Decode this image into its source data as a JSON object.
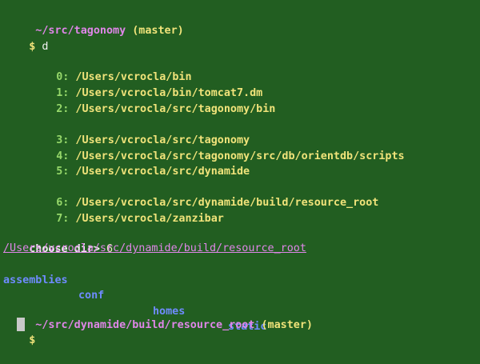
{
  "prompt1": {
    "path": " ~/src/tagonomy",
    "branch": " (master)"
  },
  "prompt_symbol": "$",
  "command": " d",
  "dir_groups": [
    [
      {
        "index": "0:",
        "path": " /Users/vcrocla/bin"
      },
      {
        "index": "1:",
        "path": " /Users/vcrocla/bin/tomcat7.dm"
      },
      {
        "index": "2:",
        "path": " /Users/vcrocla/src/tagonomy/bin"
      }
    ],
    [
      {
        "index": "3:",
        "path": " /Users/vcrocla/src/tagonomy"
      },
      {
        "index": "4:",
        "path": " /Users/vcrocla/src/tagonomy/src/db/orientdb/scripts"
      },
      {
        "index": "5:",
        "path": " /Users/vcrocla/src/dynamide"
      }
    ],
    [
      {
        "index": "6:",
        "path": " /Users/vcrocla/src/dynamide/build/resource_root"
      },
      {
        "index": "7:",
        "path": " /Users/vcrocla/zanzibar"
      }
    ]
  ],
  "choose": {
    "label": "choose dir>",
    "value": " 6"
  },
  "selected_path": "/Users/vcrocla/src/dynamide/build/resource_root",
  "listing": [
    "assemblies",
    "conf",
    "homes",
    "static"
  ],
  "prompt2": {
    "path": " ~/src/dynamide/build/resource_root",
    "branch": " (master)"
  },
  "colors": {
    "background": "#225e21",
    "prompt_path": "#df86e8",
    "prompt_branch": "#f0e37a",
    "index": "#96d86a",
    "dir_path": "#f0e37a",
    "directory_listing": "#6f8bff",
    "cursor": "#c9c9c9"
  }
}
